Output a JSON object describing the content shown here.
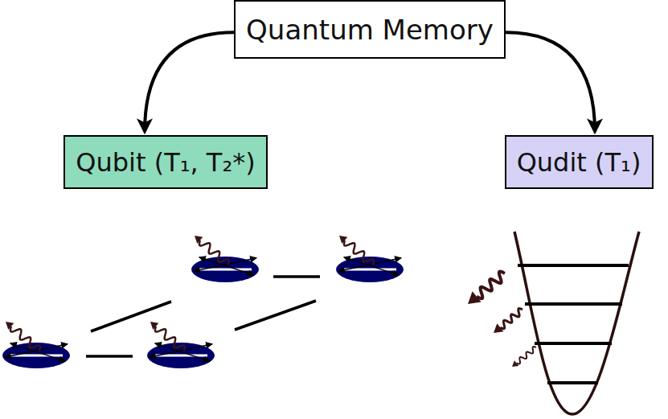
{
  "diagram": {
    "nodes": [
      {
        "text": [
          "Quantum Memory"
        ]
      },
      {
        "text": [
          "Qubit (T₁, T₂*)"
        ]
      },
      {
        "text": [
          "Qudit (T₁)"
        ]
      }
    ],
    "edges": [
      {
        "from": 0,
        "to": 1,
        "arrow": "to"
      },
      {
        "from": 0,
        "to": 2,
        "arrow": "to"
      }
    ]
  }
}
